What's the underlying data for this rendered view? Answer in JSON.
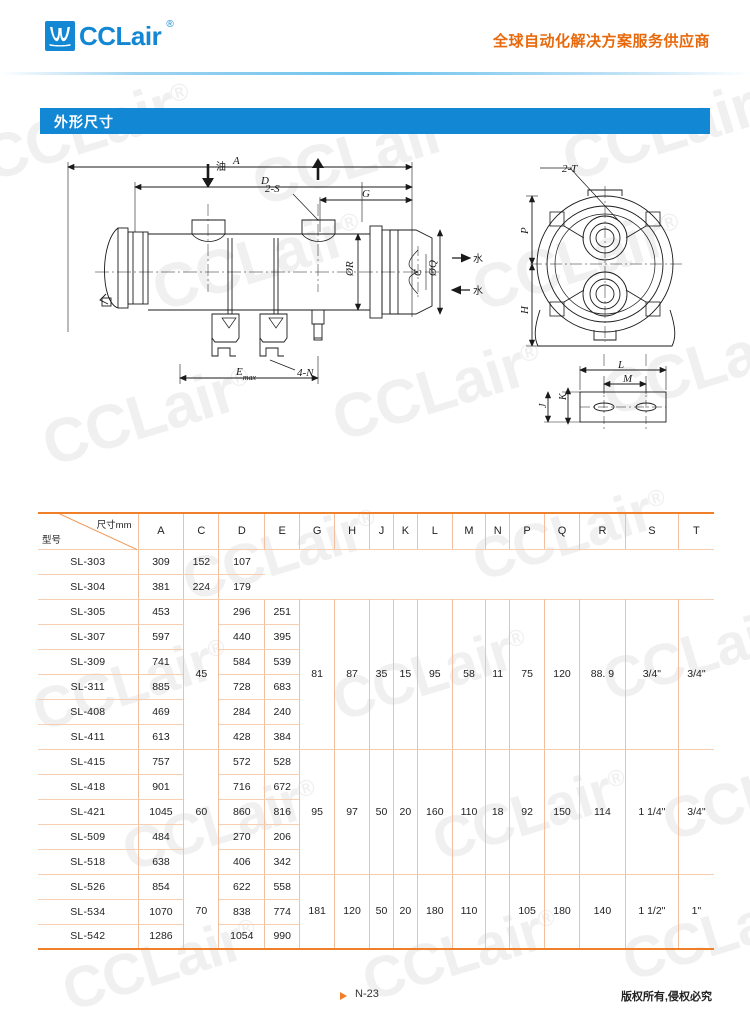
{
  "header": {
    "logo_text": "CCLair",
    "logo_reg": "®",
    "logo_icon": "cclair-wave-logo",
    "tagline": "全球自动化解决方案服务供应商"
  },
  "section": {
    "title": "外形尺寸"
  },
  "watermark": {
    "text": "CCLair",
    "reg": "®"
  },
  "drawing": {
    "labels": {
      "oil": "油",
      "water_in": "水",
      "water_out": "水",
      "a": "A",
      "d": "D",
      "g": "G",
      "e_max": "E max",
      "phi_r": "ØR",
      "phi_q": "ØQ",
      "c": "C",
      "two_s": "2-S",
      "four_n": "4-N",
      "two_t": "2-T",
      "p": "P",
      "h": "H",
      "l": "L",
      "m": "M",
      "k": "K",
      "j": "J"
    }
  },
  "table": {
    "corner_dim_label": "尺寸mm",
    "corner_model_label": "型号",
    "columns": [
      "A",
      "C",
      "D",
      "E",
      "G",
      "H",
      "J",
      "K",
      "L",
      "M",
      "N",
      "P",
      "Q",
      "R",
      "S",
      "T"
    ],
    "rows": [
      {
        "model": "SL-303",
        "A": "309",
        "D": "152",
        "E": "107"
      },
      {
        "model": "SL-304",
        "A": "381",
        "D": "224",
        "E": "179"
      },
      {
        "model": "SL-305",
        "A": "453",
        "D": "296",
        "E": "251"
      },
      {
        "model": "SL-307",
        "A": "597",
        "D": "440",
        "E": "395"
      },
      {
        "model": "SL-309",
        "A": "741",
        "D": "584",
        "E": "539"
      },
      {
        "model": "SL-311",
        "A": "885",
        "D": "728",
        "E": "683"
      },
      {
        "model": "SL-408",
        "A": "469",
        "D": "284",
        "E": "240"
      },
      {
        "model": "SL-411",
        "A": "613",
        "D": "428",
        "E": "384"
      },
      {
        "model": "SL-415",
        "A": "757",
        "D": "572",
        "E": "528"
      },
      {
        "model": "SL-418",
        "A": "901",
        "D": "716",
        "E": "672"
      },
      {
        "model": "SL-421",
        "A": "1045",
        "D": "860",
        "E": "816"
      },
      {
        "model": "SL-509",
        "A": "484",
        "D": "270",
        "E": "206"
      },
      {
        "model": "SL-518",
        "A": "638",
        "D": "406",
        "E": "342"
      },
      {
        "model": "SL-526",
        "A": "854",
        "D": "622",
        "E": "558"
      },
      {
        "model": "SL-534",
        "A": "1070",
        "D": "838",
        "E": "774"
      },
      {
        "model": "SL-542",
        "A": "1286",
        "D": "1054",
        "E": "990"
      }
    ],
    "groups": [
      {
        "row_count": 6,
        "C": "45",
        "G": "81",
        "H": "87",
        "J": "35",
        "K": "15",
        "L": "95",
        "M": "58",
        "N": "11",
        "P": "75",
        "Q": "120",
        "R": "88. 9",
        "S": "3/4\"",
        "T": "3/4\""
      },
      {
        "row_count": 5,
        "C": "60",
        "G": "95",
        "H": "97",
        "J": "50",
        "K": "20",
        "L": "160",
        "M": "110",
        "N": "18",
        "P": "92",
        "Q": "150",
        "R": "114",
        "S": "1 1/4\"",
        "T": "3/4\""
      },
      {
        "row_count": 5,
        "C": "70",
        "G": "181",
        "H": "120",
        "J": "50",
        "K": "20",
        "L": "180",
        "M": "110",
        "N": "",
        "P": "105",
        "Q": "180",
        "R": "140",
        "S": "1 1/2\"",
        "T": "1\""
      }
    ]
  },
  "footer": {
    "page_number": "N-23",
    "copyright": "版权所有,侵权必究"
  },
  "colors": {
    "brand_blue": "#1287d3",
    "tagline_orange": "#e8690b",
    "table_border_orange": "#ef7f28",
    "table_grid_orange": "#f6ceb2"
  }
}
